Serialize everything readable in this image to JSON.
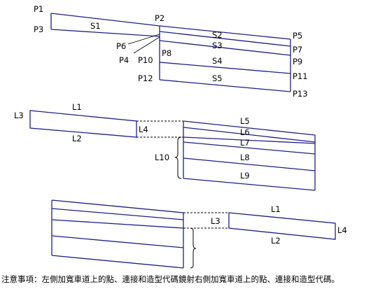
{
  "upper_figure": {
    "points": {
      "p1": "P1",
      "p2": "P2",
      "p3": "P3",
      "p4": "P4",
      "p5": "P5",
      "p6": "P6",
      "p7": "P7",
      "p8": "P8",
      "p9": "P9",
      "p10": "P10",
      "p11": "P11",
      "p12": "P12",
      "p13": "P13"
    },
    "sections": {
      "s1": "S1",
      "s2": "S2",
      "s3": "S3",
      "s4": "S4",
      "s5": "S5"
    }
  },
  "middle_figure": {
    "l1": "L1",
    "l2": "L2",
    "l3": "L3",
    "l4": "L4",
    "l5": "L5",
    "l6": "L6",
    "l7": "L7",
    "l8": "L8",
    "l9": "L9",
    "l10": "L10"
  },
  "lower_figure": {
    "l1": "L1",
    "l2": "L2",
    "l3": "L3",
    "l4": "L4"
  },
  "note": "注意事項：左側加寬車道上的點、連接和造型代碼鏡射右側加寬車道上的點、連接和造型代碼。"
}
